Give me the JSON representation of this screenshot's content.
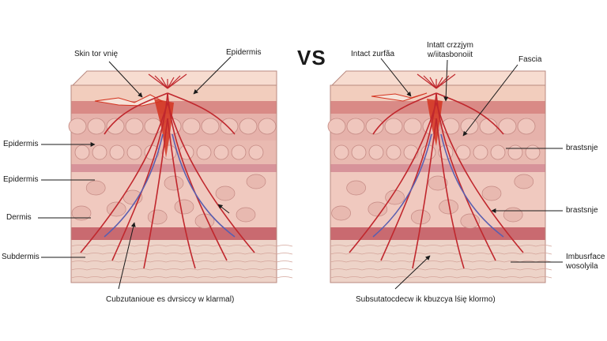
{
  "vs_label": "VS",
  "colors": {
    "skin_top": "#f2cdbd",
    "epidermis_band": "#d98a86",
    "cell_band": "#e6b2ab",
    "dermis": "#f0c9bf",
    "muscle_stripe": "#c96a70",
    "subdermis": "#edd3c8",
    "artery": "#c0272d",
    "vein": "#5a5fb0",
    "wound": "#d4331f",
    "line": "#1a1a1a"
  },
  "left": {
    "labels": {
      "skin_tearing": "Skin tor vnię",
      "epidermis_top": "Epidermis",
      "epidermis_1": "Epidermis",
      "epidermis_2": "Epidermis",
      "dermis": "Dermis",
      "subdermis": "Subdermis",
      "caption": "Cubzutanioue es dvrsiccy w klarmal)"
    }
  },
  "right": {
    "labels": {
      "intact_surface": "Intact zurfãa",
      "intact_2_line1": "Intatt crzzjym",
      "intact_2_line2": "w/iitasbonoiit",
      "fascia": "Fascia",
      "right_1": "brastsnje",
      "right_2": "brastsnje",
      "right_3_line1": "Imbusrface",
      "right_3_line2": "wosolyila",
      "caption": "Subsutatocdecw ik kbuzcya lśię klormo)"
    }
  }
}
